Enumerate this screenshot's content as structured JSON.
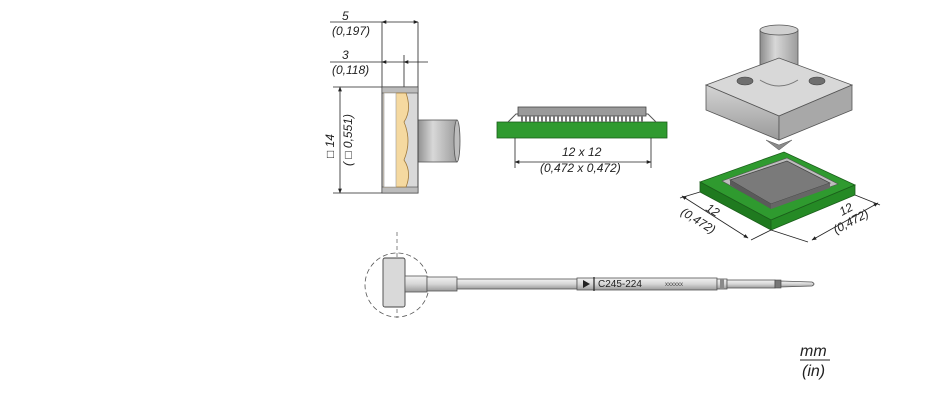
{
  "front_view": {
    "width_label": "5",
    "width_label_in": "(0,197)",
    "inset_label": "3",
    "inset_label_in": "(0,118)",
    "height_label": "□ 14",
    "height_label_in": "( □ 0,551)"
  },
  "chip_side": {
    "size_label": "12 x 12",
    "size_label_in": "(0,472 x 0,472)"
  },
  "iso_view": {
    "dim_left": "12",
    "dim_left_in": "(0,472)",
    "dim_right": "12",
    "dim_right_in": "(0,472)"
  },
  "tip": {
    "part_number": "C245-224",
    "serial_mark": "xxxxxx"
  },
  "units": {
    "primary": "mm",
    "secondary": "(in)"
  },
  "colors": {
    "pcb_green": "#2f9a2f",
    "tip_insert": "#f5d9a0",
    "tip_metal": "#c8c8c8",
    "chip_body": "#7a7a7a"
  }
}
